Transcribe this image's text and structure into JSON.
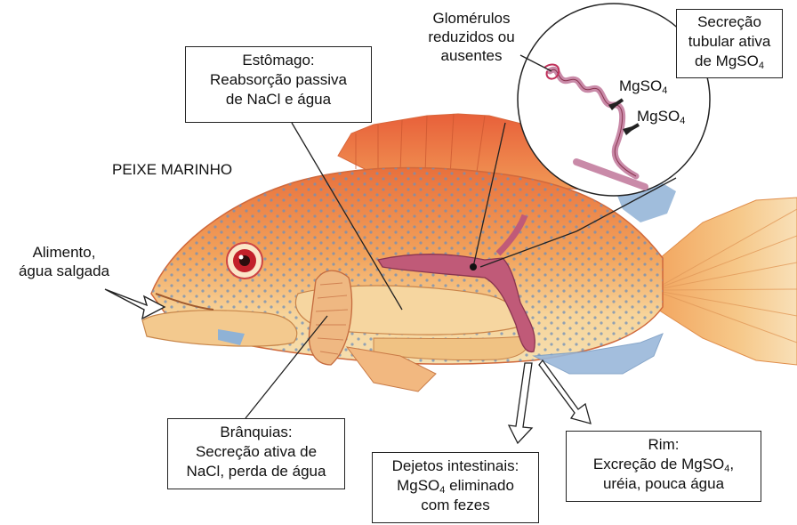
{
  "title": "PEIXE  MARINHO",
  "input_label": {
    "line1": "Alimento,",
    "line2": "água salgada"
  },
  "stomach": {
    "line1": "Estômago:",
    "line2": "Reabsorção  passiva",
    "line3": "de NaCl e água"
  },
  "glomeruli": {
    "line1": "Glomérulos",
    "line2": "reduzidos ou",
    "line3": "ausentes"
  },
  "secretion": {
    "line1": "Secreção",
    "line2": "tubular ativa",
    "line3_prefix": "de MgSO",
    "line3_sub": "4"
  },
  "tubule_labels": {
    "a_prefix": "MgSO",
    "a_sub": "4",
    "b_prefix": "MgSO",
    "b_sub": "4"
  },
  "gills": {
    "line1": "Brânquias:",
    "line2": "Secreção ativa de",
    "line3": "NaCl, perda de água"
  },
  "waste": {
    "line1": "Dejetos intestinais:",
    "line2_prefix": "MgSO",
    "line2_sub": "4",
    "line2_suffix": " eliminado",
    "line3": "com fezes"
  },
  "kidney": {
    "line1": "Rim:",
    "line2_prefix": "Excreção de MgSO",
    "line2_sub": "4",
    "line2_suffix": ",",
    "line3": "uréia, pouca água"
  },
  "colors": {
    "fish_body": "#f2a35c",
    "belly": "#f7dca6",
    "kidney": "#c05a78",
    "fin_blue": "#8fb2d6",
    "dots": "#6f8fb8"
  }
}
